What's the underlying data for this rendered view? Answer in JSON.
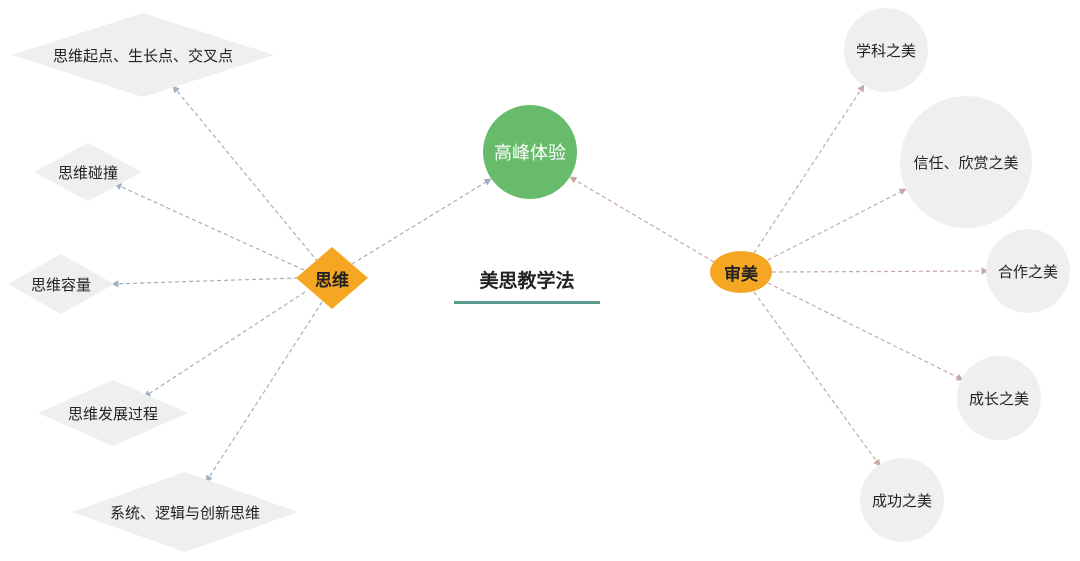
{
  "title": "美思教学法",
  "center": {
    "label": "高峰体验",
    "color": "#67bb6a"
  },
  "hub_left": {
    "label": "思维",
    "color": "#f5a623"
  },
  "hub_right": {
    "label": "审美",
    "color": "#f5a623"
  },
  "left_items": [
    "思维起点、生长点、交叉点",
    "思维碰撞",
    "思维容量",
    "思维发展过程",
    "系统、逻辑与创新思维"
  ],
  "right_items": [
    "学科之美",
    "信任、欣赏之美",
    "合作之美",
    "成长之美",
    "成功之美"
  ],
  "colors": {
    "accent_line": "#5a9b8e",
    "edge_left": "#9fb0c2",
    "edge_right": "#c7a9a4",
    "leaf_fill": "#efefef"
  }
}
